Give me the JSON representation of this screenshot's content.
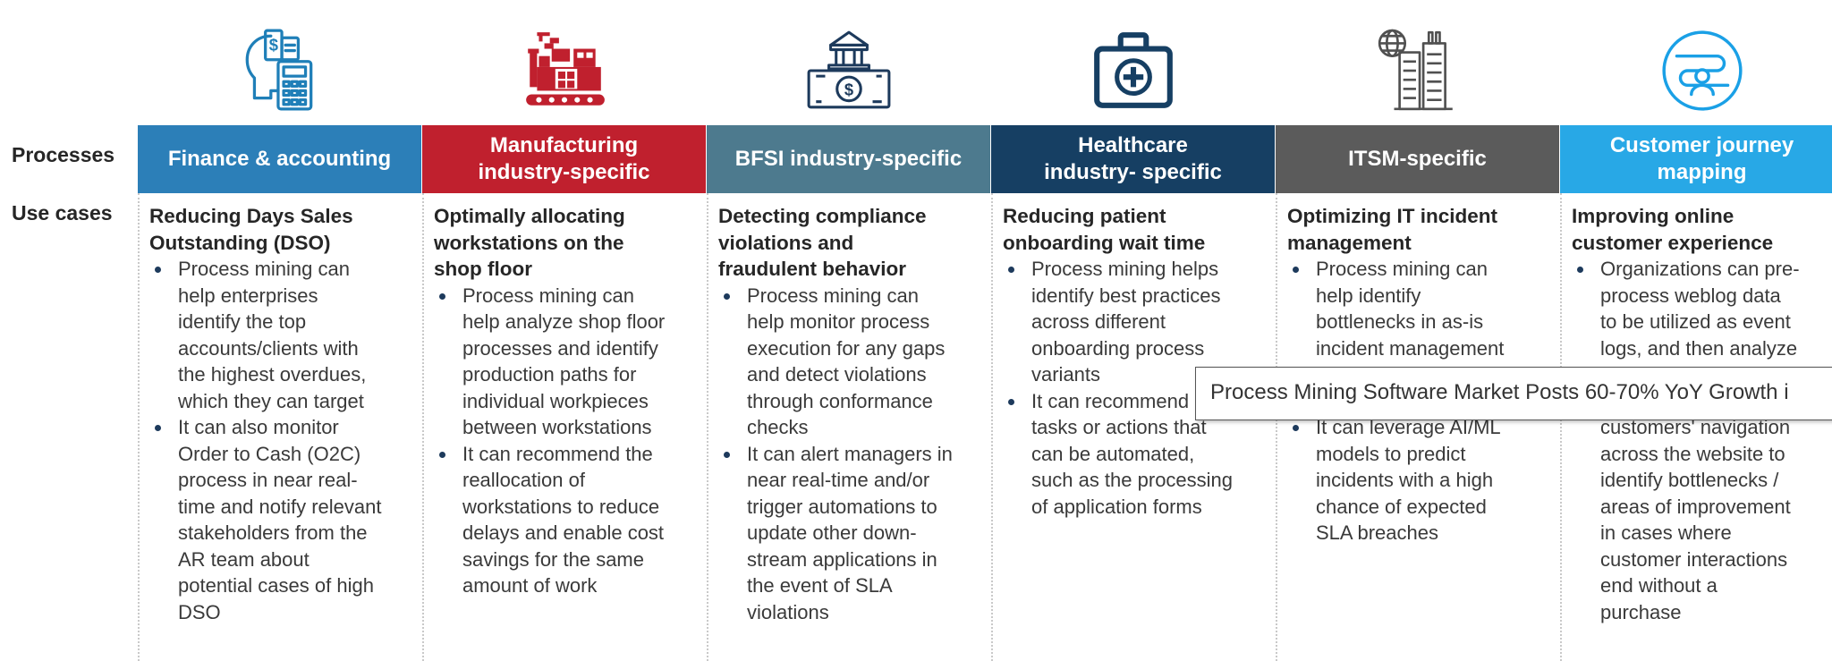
{
  "row_labels": {
    "processes": "Processes",
    "use_cases": "Use cases"
  },
  "columns": [
    {
      "icon": "finance-calculator-icon",
      "header": "Finance & accounting",
      "color": "#2c7fb8",
      "use_case": "Reducing Days Sales\nOutstanding (DSO)",
      "bullets": [
        "Process mining can\nhelp enterprises\nidentify the top\naccounts/clients with\nthe highest overdues,\nwhich they can target",
        "It can also monitor\nOrder to Cash (O2C)\nprocess in near real-\ntime and notify relevant\nstakeholders from the\nAR team about\npotential cases of high\nDSO"
      ]
    },
    {
      "icon": "factory-icon",
      "header": "Manufacturing\nindustry-specific",
      "color": "#c0202e",
      "use_case": "Optimally allocating\nworkstations on the\nshop floor",
      "bullets": [
        "Process mining can\nhelp analyze shop floor\nprocesses and identify\nproduction paths for\nindividual workpieces\nbetween workstations",
        "It can recommend the\nreallocation of\nworkstations to reduce\ndelays and enable cost\nsavings for the same\namount of work"
      ]
    },
    {
      "icon": "bank-money-icon",
      "header": "BFSI industry-specific",
      "color": "#4d7a8e",
      "use_case": "Detecting compliance\nviolations and\nfraudulent behavior",
      "bullets": [
        "Process mining can\nhelp monitor process\nexecution for any gaps\nand detect violations\nthrough conformance\nchecks",
        "It can alert managers in\nnear real-time and/or\ntrigger automations to\nupdate other down-\nstream applications in\nthe event of SLA\nviolations"
      ]
    },
    {
      "icon": "medical-kit-icon",
      "header": "Healthcare\nindustry- specific",
      "color": "#163f63",
      "use_case": "Reducing patient\nonboarding wait time",
      "bullets": [
        "Process mining helps\nidentify best practices\nacross different\nonboarding process\nvariants",
        "It can recommend\ntasks or actions that\ncan be automated,\nsuch as the processing\nof application forms"
      ]
    },
    {
      "icon": "globe-buildings-icon",
      "header": "ITSM-specific",
      "color": "#5b5b5b",
      "use_case": "Optimizing IT incident\nmanagement",
      "bullets": [
        "Process mining can\nhelp identify\nbottlenecks in as-is\nincident management\nprocess\nincident assignment",
        "It can leverage AI/ML\nmodels to predict\nincidents with a high\nchance of expected\nSLA breaches"
      ]
    },
    {
      "icon": "customer-journey-icon",
      "header": "Customer journey\nmapping",
      "color": "#28a8e6",
      "use_case": "Improving online\ncustomer experience",
      "bullets": [
        "Organizations can pre-\nprocess weblog data\nto be utilized as event\nlogs, and then analyze\nthem",
        "They can also track\ncustomers' navigation\nacross the website to\nidentify bottlenecks /\nareas of improvement\nin cases where\ncustomer interactions\nend without a\npurchase"
      ]
    }
  ],
  "tooltip": "Process Mining Software Market Posts 60-70% YoY Growth i"
}
